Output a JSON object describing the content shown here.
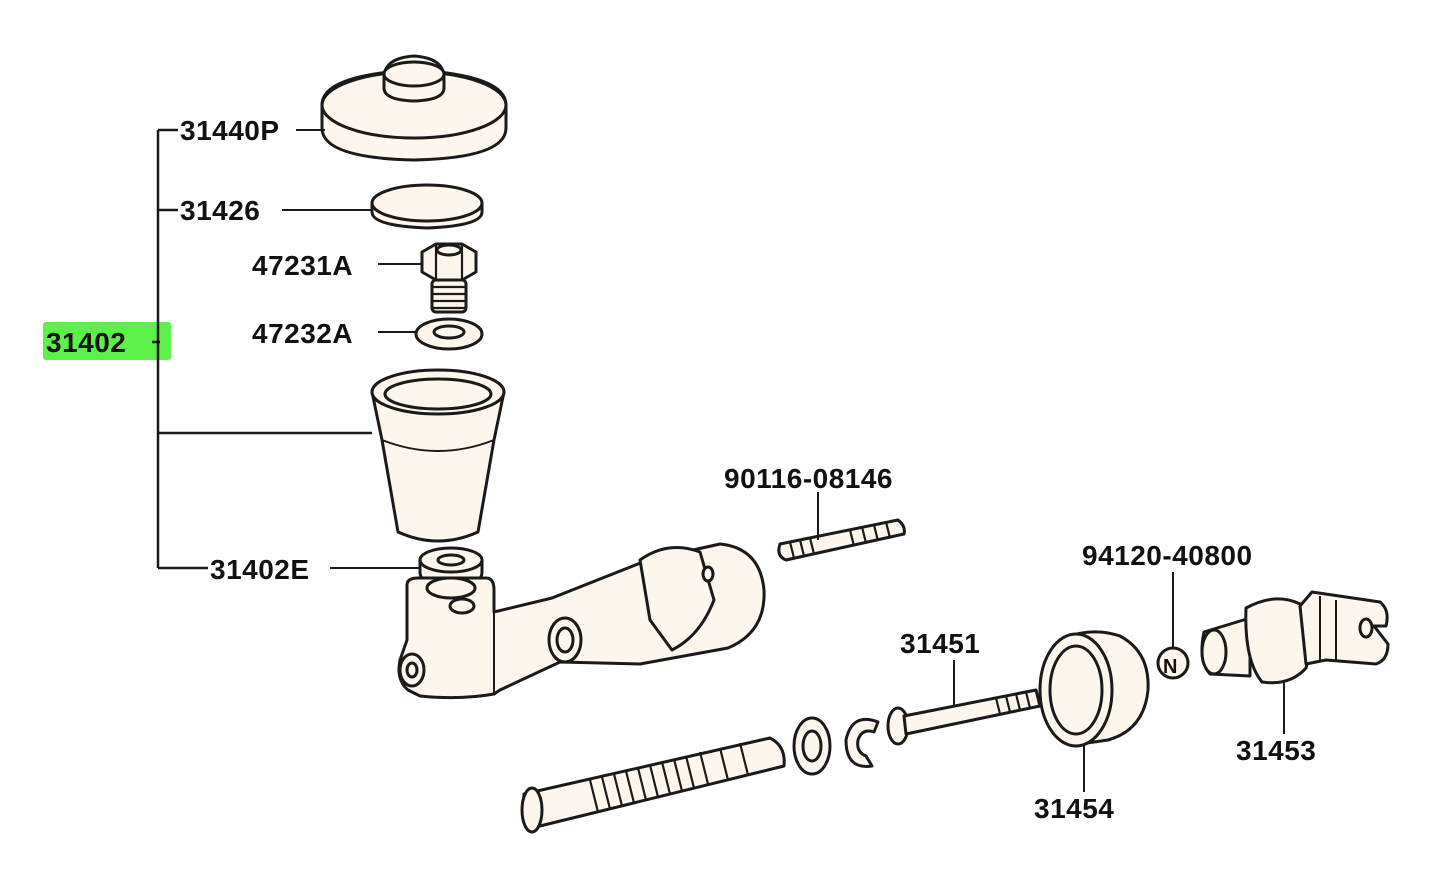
{
  "labels": {
    "assembly": "31402",
    "cap": "31440P",
    "diaphragm": "31426",
    "union_bolt": "47231A",
    "gasket": "47232A",
    "reservoir_kit": "31402E",
    "stud_bolt": "90116-08146",
    "rod": "31451",
    "boot": "31454",
    "nut": "94120-40800",
    "clevis": "31453",
    "nut_marker": "N"
  },
  "colors": {
    "highlight": "#5cf04a",
    "line": "#1a1a1a",
    "part_fill": "#fdf6ec"
  }
}
